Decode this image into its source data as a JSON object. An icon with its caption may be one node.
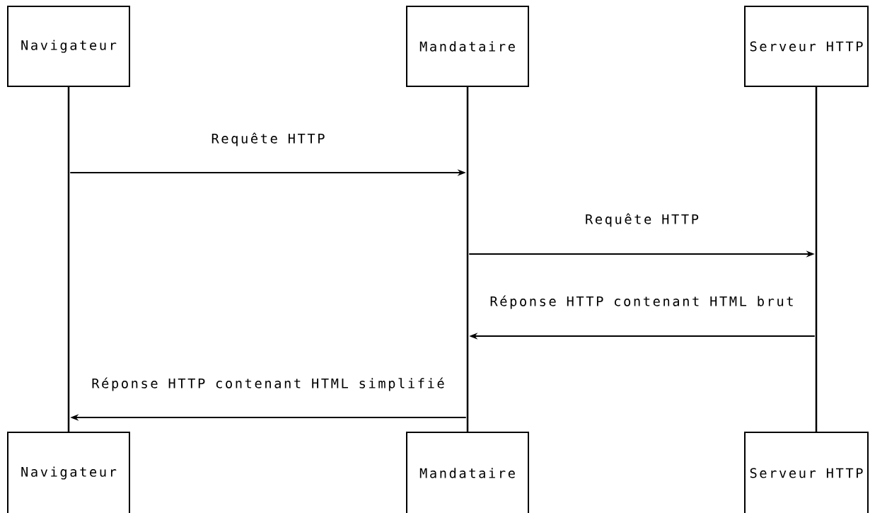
{
  "diagram": {
    "nodes": [
      {
        "text": [
          "Navigateur"
        ]
      },
      {
        "text": [
          "Mandataire"
        ]
      },
      {
        "text": [
          "Serveur HTTP"
        ]
      },
      {
        "text": [
          "Navigateur"
        ]
      },
      {
        "text": [
          "Mandataire"
        ]
      },
      {
        "text": [
          "Serveur HTTP"
        ]
      },
      {
        "text": [],
        "shape": "bar"
      },
      {
        "text": [],
        "shape": "bar"
      },
      {
        "text": [],
        "shape": "bar"
      }
    ],
    "edges": [
      {
        "from": 6,
        "to": 7,
        "arrow": "to",
        "label": "Requête HTTP"
      },
      {
        "from": 7,
        "to": 8,
        "arrow": "to",
        "label": "Requête HTTP"
      },
      {
        "from": 8,
        "to": 7,
        "arrow": "to",
        "label": "Réponse HTTP contenant HTML brut"
      },
      {
        "from": 7,
        "to": 6,
        "arrow": "to",
        "label": "Réponse HTTP contenant HTML simplifié"
      }
    ]
  }
}
